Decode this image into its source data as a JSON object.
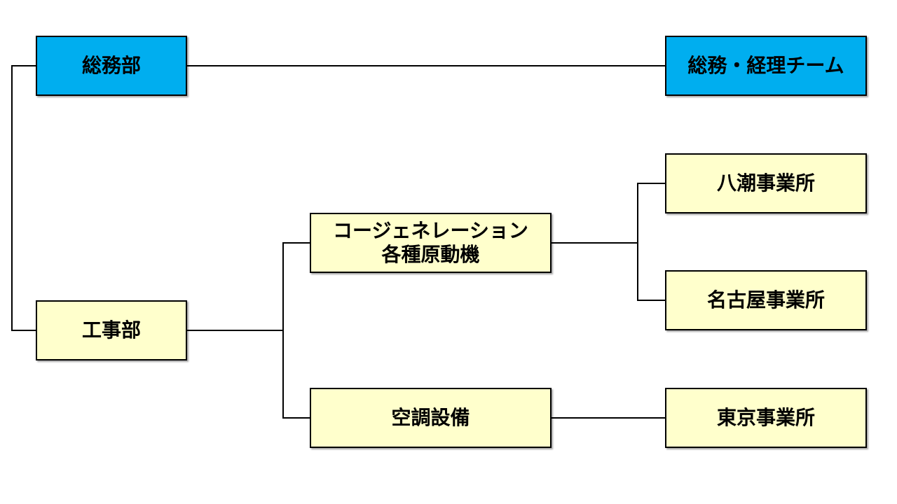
{
  "colors": {
    "blue_fill": "#00aeef",
    "yellow_fill": "#ffffcc",
    "line": "#000000"
  },
  "nodes": {
    "soumu": {
      "label": "総務部",
      "fill": "blue"
    },
    "soumu_team": {
      "label": "総務・経理チーム",
      "fill": "blue"
    },
    "kouji": {
      "label": "工事部",
      "fill": "yellow"
    },
    "cogen": {
      "line1": "コージェネレーション",
      "line2": "各種原動機",
      "fill": "yellow"
    },
    "kuchou": {
      "label": "空調設備",
      "fill": "yellow"
    },
    "yashio": {
      "label": "八潮事業所",
      "fill": "yellow"
    },
    "nagoya": {
      "label": "名古屋事業所",
      "fill": "yellow"
    },
    "tokyo": {
      "label": "東京事業所",
      "fill": "yellow"
    }
  }
}
